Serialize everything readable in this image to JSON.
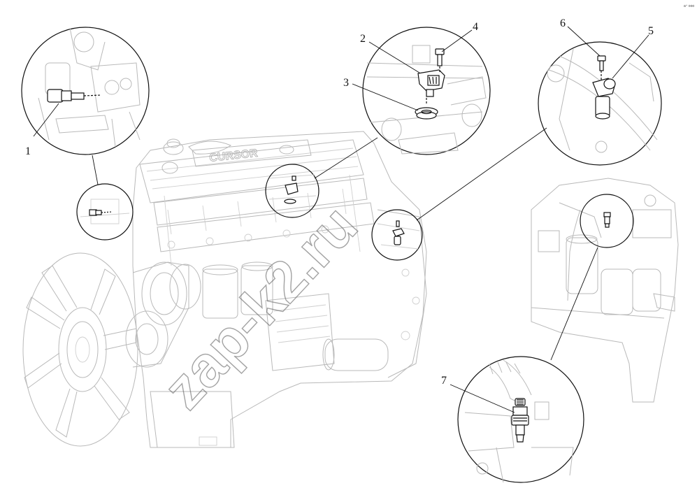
{
  "diagram": {
    "callouts": [
      {
        "id": "1",
        "label": "1"
      },
      {
        "id": "2",
        "label": "2"
      },
      {
        "id": "3",
        "label": "3"
      },
      {
        "id": "4",
        "label": "4"
      },
      {
        "id": "5",
        "label": "5"
      },
      {
        "id": "6",
        "label": "6"
      },
      {
        "id": "7",
        "label": "7"
      }
    ],
    "engine_plate_text": "CURSOR",
    "watermark": "zap-k2.ru",
    "corner_mark": "a⁺ ooo"
  },
  "colors": {
    "line": "#b9b9b9",
    "ink": "#111111",
    "background": "#ffffff"
  }
}
